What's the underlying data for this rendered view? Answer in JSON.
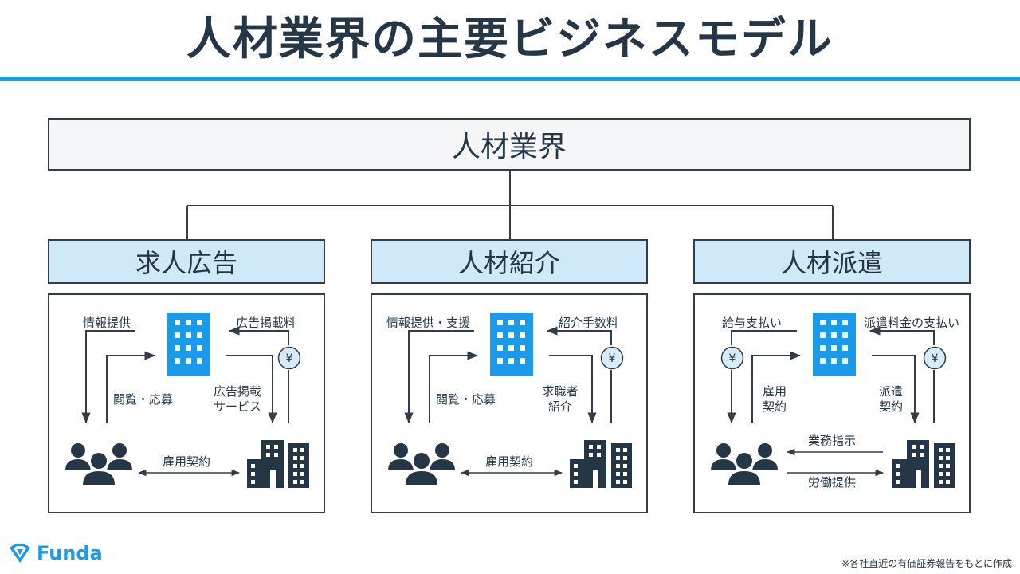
{
  "title": "人材業界の主要ビジネスモデル",
  "root": "人材業界",
  "categories": [
    {
      "name": "求人広告",
      "top_left_label": "情報提供",
      "top_right_label": "広告掲載料",
      "mid_left_label": "閲覧・応募",
      "mid_right_label_1": "広告掲載",
      "mid_right_label_2": "サービス",
      "bottom_label": "雇用契約",
      "yen_symbol": "¥"
    },
    {
      "name": "人材紹介",
      "top_left_label": "情報提供・支援",
      "top_right_label": "紹介手数料",
      "mid_left_label": "閲覧・応募",
      "mid_right_label_1": "求職者",
      "mid_right_label_2": "紹介",
      "bottom_label": "雇用契約",
      "yen_symbol": "¥"
    },
    {
      "name": "人材派遣",
      "top_left_label": "給与支払い",
      "top_right_label": "派遣料金の支払い",
      "mid_left_label_1": "雇用",
      "mid_left_label_2": "契約",
      "mid_right_label_1": "派遣",
      "mid_right_label_2": "契約",
      "bottom_label_1": "業務指示",
      "bottom_label_2": "労働提供",
      "yen_symbol": "¥"
    }
  ],
  "footer": {
    "brand": "Funda",
    "note": "※各社直近の有価証券報告をもとに作成"
  },
  "colors": {
    "accent": "#1a9ae8",
    "dark": "#253746",
    "category_fill": "#cfe9f8",
    "yen_fill": "#d6ecfa"
  },
  "icons": [
    "building-icon",
    "people-icon",
    "company-buildings-icon",
    "yen-icon",
    "funda-logo-icon"
  ]
}
